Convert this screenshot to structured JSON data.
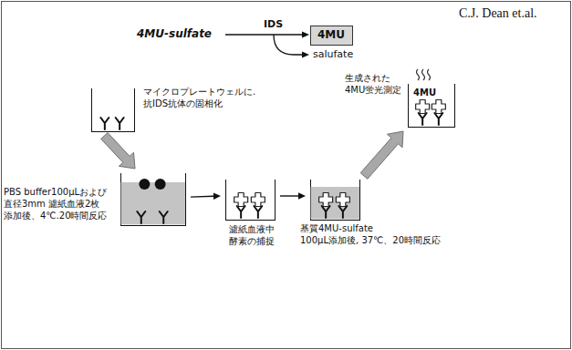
{
  "diagram": {
    "nodes": [
      {
        "text": [
          "4MU"
        ]
      },
      {
        "text": [
          "マイクロプレートウェルに. 抗IDS抗体の固相化"
        ]
      },
      {
        "text": [
          "PBS buffer100μLおよび 直径3mm 濾紙血液2枚 添加後、4℃.20時間反応"
        ]
      },
      {
        "text": [
          "濾紙血液中 酵素の捕捉"
        ]
      },
      {
        "text": [
          "基質4MU-sulfate 100μL添加後, 37℃、20時間反応"
        ]
      },
      {
        "text": [
          "生成された 4MU蛍光測定",
          "4MU"
        ]
      }
    ],
    "edges": [
      {
        "from": 1,
        "to": 2,
        "arrow": "to"
      },
      {
        "from": 2,
        "to": 3,
        "arrow": "to"
      },
      {
        "from": 3,
        "to": 4,
        "arrow": "to"
      },
      {
        "from": 4,
        "to": 5,
        "arrow": "to"
      }
    ],
    "labels": [
      "C.J. Dean et.al.",
      "4MU-sulfate",
      "IDS",
      "salufate"
    ]
  }
}
